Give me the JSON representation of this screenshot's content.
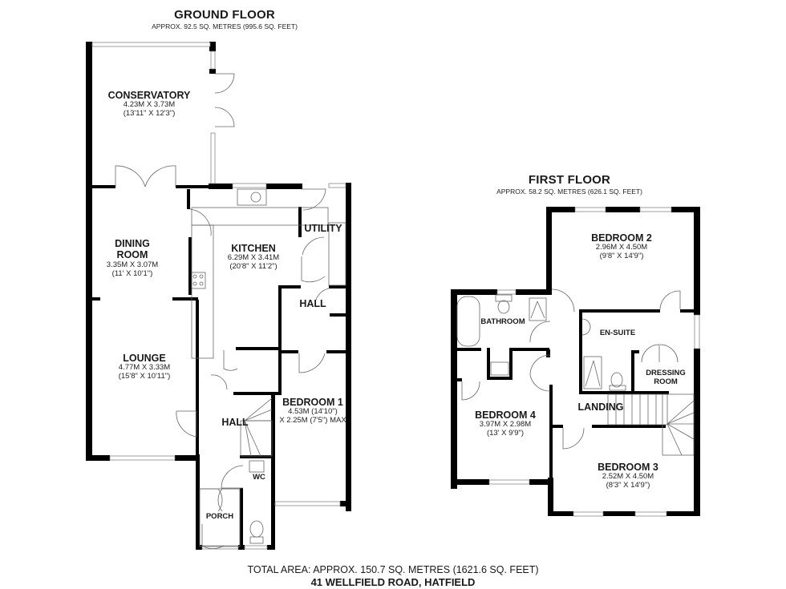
{
  "ground_floor": {
    "title": "GROUND FLOOR",
    "area": "APPROX. 92.5 SQ. METRES (995.6 SQ. FEET)",
    "rooms": {
      "conservatory": {
        "name": "CONSERVATORY",
        "dim_m": "4.23M X 3.73M",
        "dim_ft": "(13'11\" X 12'3\")"
      },
      "dining_room": {
        "name_line1": "DINING",
        "name_line2": "ROOM",
        "dim_m": "3.35M X 3.07M",
        "dim_ft": "(11' X 10'1\")"
      },
      "lounge": {
        "name": "LOUNGE",
        "dim_m": "4.77M X 3.33M",
        "dim_ft": "(15'8\" X 10'11\")"
      },
      "kitchen": {
        "name": "KITCHEN",
        "dim_m": "6.29M X 3.41M",
        "dim_ft": "(20'8\" X 11'2\")"
      },
      "utility": {
        "name": "UTILITY"
      },
      "hall_rear": {
        "name": "HALL"
      },
      "bedroom_1": {
        "name": "BEDROOM 1",
        "dim_line1": "4.53M (14'10\")",
        "dim_line2": "X 2.25M (7'5\") MAX"
      },
      "hall_front": {
        "name": "HALL"
      },
      "wc": {
        "name": "WC"
      },
      "porch": {
        "name": "PORCH"
      }
    }
  },
  "first_floor": {
    "title": "FIRST FLOOR",
    "area": "APPROX. 58.2 SQ. METRES (626.1 SQ. FEET)",
    "rooms": {
      "bedroom_2": {
        "name": "BEDROOM 2",
        "dim_m": "2.96M X 4.50M",
        "dim_ft": "(9'8\" X 14'9\")"
      },
      "bathroom": {
        "name": "BATHROOM"
      },
      "en_suite": {
        "name": "EN-SUITE"
      },
      "dressing_room": {
        "name_line1": "DRESSING",
        "name_line2": "ROOM"
      },
      "landing": {
        "name": "LANDING"
      },
      "bedroom_4": {
        "name": "BEDROOM 4",
        "dim_m": "3.97M X 2.98M",
        "dim_ft": "(13' X 9'9\")"
      },
      "bedroom_3": {
        "name": "BEDROOM 3",
        "dim_m": "2.52M X 4.50M",
        "dim_ft": "(8'3\" X 14'9\")"
      }
    }
  },
  "footer": {
    "total_area": "TOTAL AREA: APPROX. 150.7 SQ. METRES (1621.6 SQ. FEET)",
    "address": "41 WELLFIELD ROAD, HATFIELD"
  },
  "colors": {
    "wall": "#000000",
    "line": "#555555",
    "window": "#bfbfbf",
    "background": "#ffffff"
  }
}
